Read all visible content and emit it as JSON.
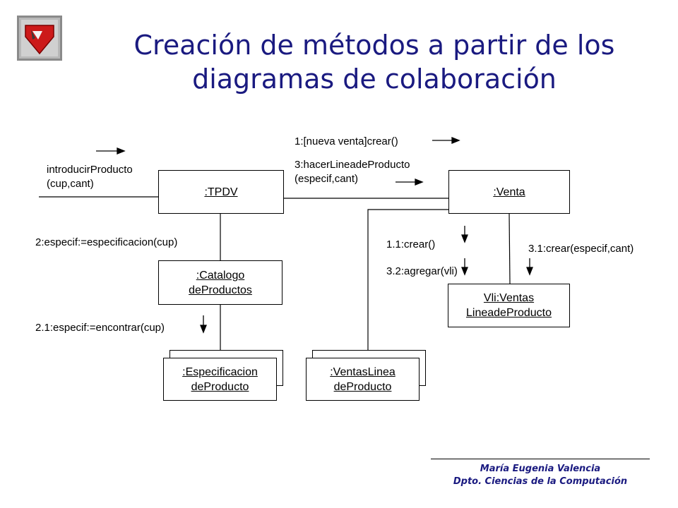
{
  "slide": {
    "title_line1": "Creación de métodos a partir de los",
    "title_line2": "diagramas de colaboración",
    "logo_icon": "university-shield-icon",
    "accent_color": "#1a1a80"
  },
  "objects": {
    "tpdv": ":TPDV",
    "venta": ":Venta",
    "catalogo_line1": ":Catalogo",
    "catalogo_line2": "deProductos",
    "especificacion_line1": ":Especificacion",
    "especificacion_line2": "deProducto",
    "ventaslinea_line1": ":VentasLinea",
    "ventaslinea_line2": "deProducto",
    "vli_line1": "Vli:Ventas",
    "vli_line2": "LineadeProducto"
  },
  "messages": {
    "introducir_line1": "introducirProducto",
    "introducir_line2": "(cup,cant)",
    "m1": "1:[nueva venta]crear()",
    "m3_line1": "3:hacerLineadeProducto",
    "m3_line2": "(especif,cant)",
    "m2": "2:especif:=especificacion(cup)",
    "m2_1": "2.1:especif:=encontrar(cup)",
    "m1_1": "1.1:crear()",
    "m3_2": "3.2:agregar(vli)",
    "m3_1": "3.1:crear(especif,cant)"
  },
  "footer": {
    "author": "María Eugenia Valencia",
    "department": "Dpto. Ciencias de la Computación"
  }
}
